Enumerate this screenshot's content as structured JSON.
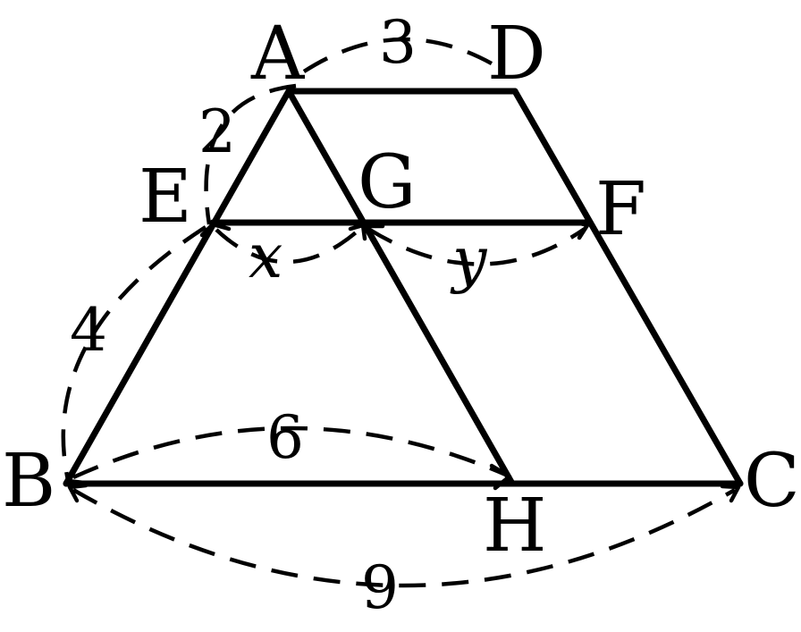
{
  "figure": {
    "vertices": {
      "A": "A",
      "D": "D",
      "E": "E",
      "G": "G",
      "F": "F",
      "B": "B",
      "H": "H",
      "C": "C"
    },
    "lengths": {
      "AD": "3",
      "AE": "2",
      "EB": "4",
      "EG": "x",
      "GF": "y",
      "BH": "6",
      "BC": "9"
    }
  }
}
